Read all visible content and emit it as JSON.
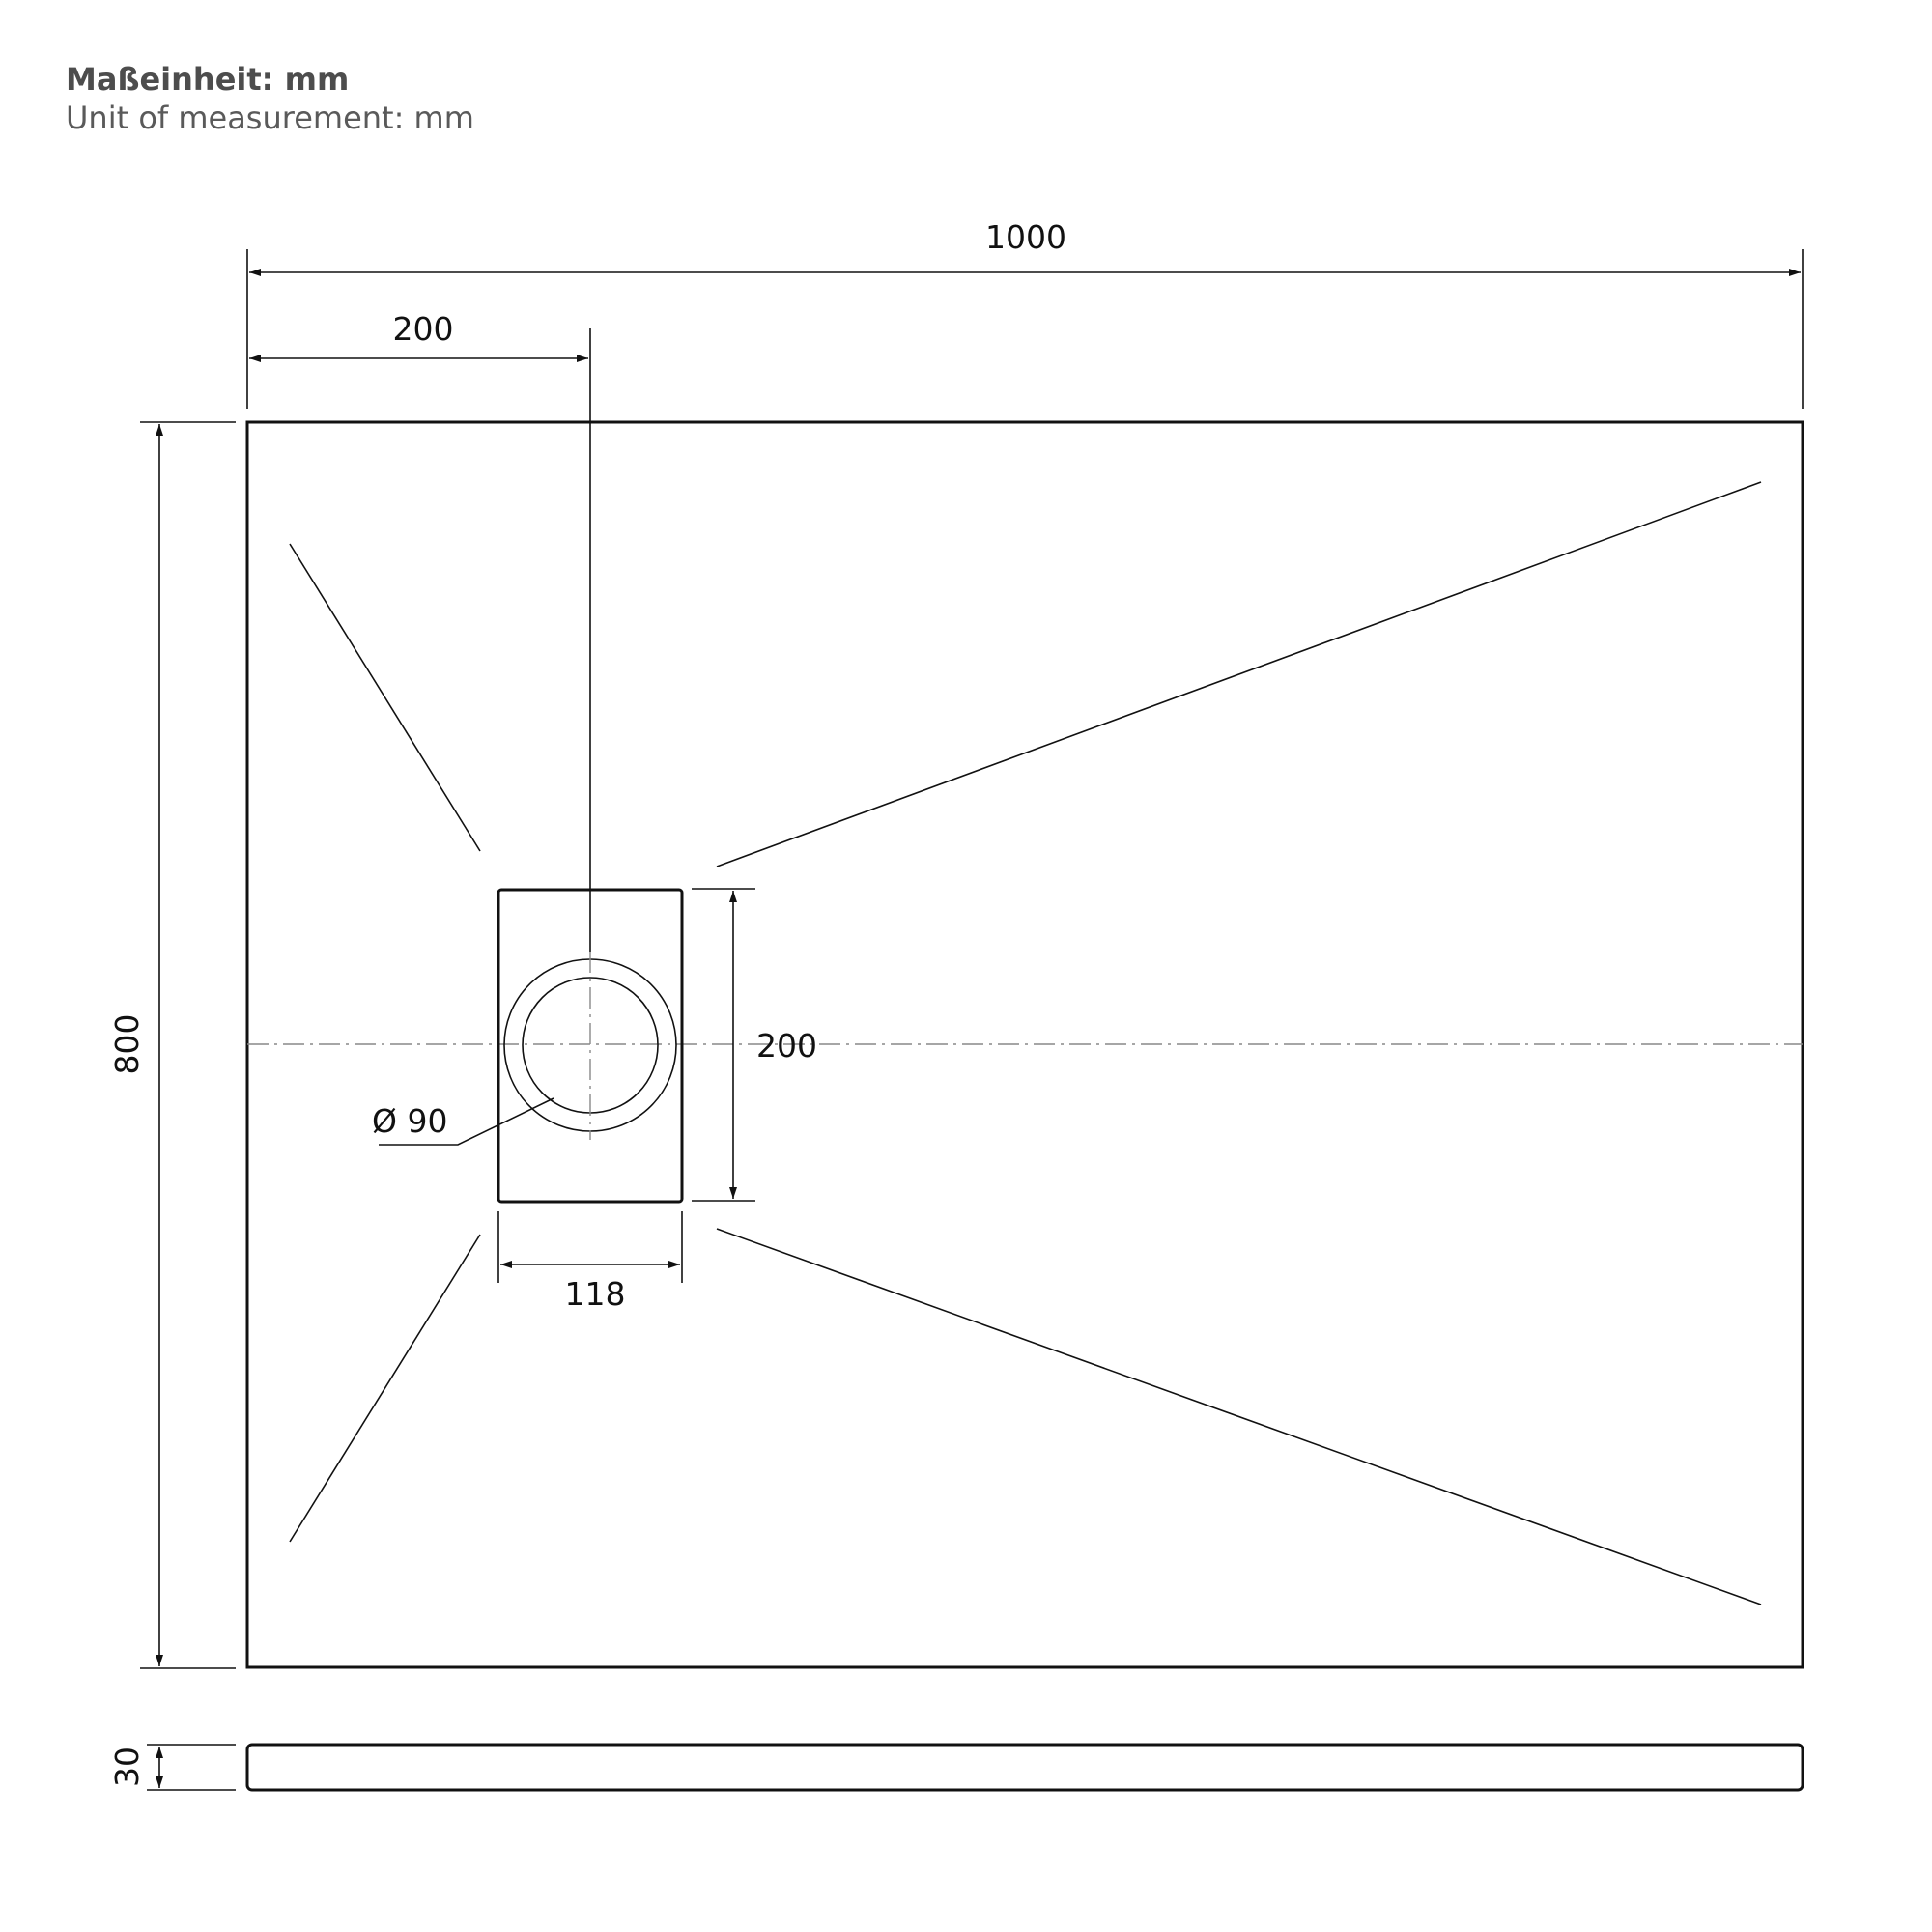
{
  "unit_note": {
    "de": "Maßeinheit: mm",
    "en": "Unit of measurement: mm"
  },
  "dimensions": {
    "width": "1000",
    "drain_offset": "200",
    "length": "800",
    "drain_box_height": "200",
    "drain_box_width": "118",
    "drain_diameter": "Ø 90",
    "thickness": "30"
  },
  "colors": {
    "line": "#111111",
    "center_line": "#888888",
    "unit_text": "#4d4d4d"
  }
}
